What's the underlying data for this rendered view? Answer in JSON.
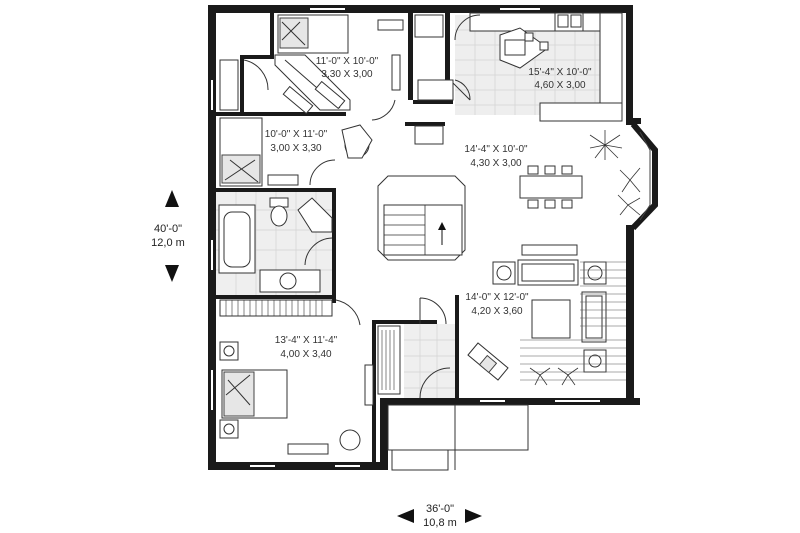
{
  "rooms": [
    {
      "id": "bedroom-2",
      "dim_imperial": "11'-0\" X 10'-0\"",
      "dim_metric": "3,30 X 3,00"
    },
    {
      "id": "kitchen",
      "dim_imperial": "15'-4\" X 10'-0\"",
      "dim_metric": "4,60 X 3,00"
    },
    {
      "id": "bedroom-3",
      "dim_imperial": "10'-0\" X 11'-0\"",
      "dim_metric": "3,00 X 3,30"
    },
    {
      "id": "dining",
      "dim_imperial": "14'-4\" X 10'-0\"",
      "dim_metric": "4,30 X 3,00"
    },
    {
      "id": "living",
      "dim_imperial": "14'-0\" X 12'-0\"",
      "dim_metric": "4,20 X 3,60"
    },
    {
      "id": "master-bedroom",
      "dim_imperial": "13'-4\" X 11'-4\"",
      "dim_metric": "4,00 X 3,40"
    }
  ],
  "overall": {
    "depth_imperial": "40'-0\"",
    "depth_metric": "12,0 m",
    "width_imperial": "36'-0\"",
    "width_metric": "10,8 m"
  },
  "colors": {
    "wall": "#1a1a1a",
    "floor_tile": "#e6e6e6",
    "line": "#333333"
  }
}
